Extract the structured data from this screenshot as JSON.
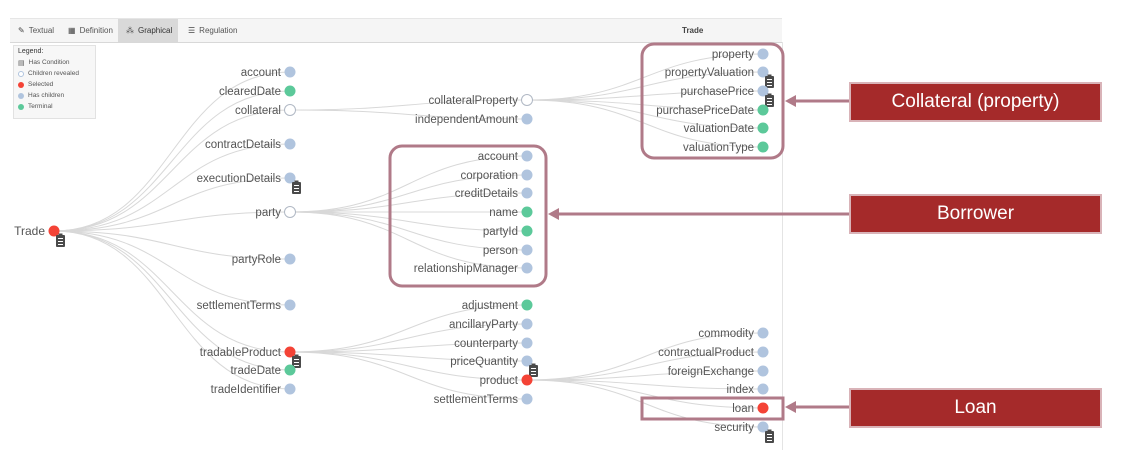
{
  "toolbar": {
    "tabs": [
      {
        "label": "Textual",
        "icon": "pencil-icon",
        "active": false
      },
      {
        "label": "Definition",
        "icon": "grid-icon",
        "active": false
      },
      {
        "label": "Graphical",
        "icon": "graph-icon",
        "active": true
      },
      {
        "label": "Regulation",
        "icon": "list-icon",
        "active": false
      }
    ],
    "title": "Trade"
  },
  "legend": {
    "title": "Legend:",
    "items": [
      {
        "label": "Has Condition",
        "icon": "clipboard-icon"
      },
      {
        "label": "Children revealed",
        "color": "#ffffff"
      },
      {
        "label": "Selected",
        "color": "#f44336"
      },
      {
        "label": "Has children",
        "color": "#b0c4de"
      },
      {
        "label": "Terminal",
        "color": "#5cc99a"
      }
    ]
  },
  "colors": {
    "selected": "#f44336",
    "has_children": "#b0c4de",
    "terminal": "#5cc99a",
    "revealed": "#ffffff",
    "link": "#d8d8d8",
    "highlight_box": "#b07a88",
    "callout_bg": "#a52a2a"
  },
  "tree": {
    "root": "Trade",
    "level1": [
      {
        "label": "account",
        "state": "has-children"
      },
      {
        "label": "clearedDate",
        "state": "terminal"
      },
      {
        "label": "collateral",
        "state": "revealed"
      },
      {
        "label": "contractDetails",
        "state": "has-children"
      },
      {
        "label": "executionDetails",
        "state": "has-children",
        "condition": true
      },
      {
        "label": "party",
        "state": "revealed"
      },
      {
        "label": "partyRole",
        "state": "has-children"
      },
      {
        "label": "settlementTerms",
        "state": "has-children"
      },
      {
        "label": "tradableProduct",
        "state": "selected",
        "condition": true
      },
      {
        "label": "tradeDate",
        "state": "terminal"
      },
      {
        "label": "tradeIdentifier",
        "state": "has-children"
      }
    ],
    "collateral_children": [
      {
        "label": "collateralProperty",
        "state": "revealed"
      },
      {
        "label": "independentAmount",
        "state": "has-children"
      }
    ],
    "collateral_property_children": [
      {
        "label": "property",
        "state": "has-children"
      },
      {
        "label": "propertyValuation",
        "state": "has-children",
        "condition": true
      },
      {
        "label": "purchasePrice",
        "state": "has-children",
        "condition": true
      },
      {
        "label": "purchasePriceDate",
        "state": "terminal"
      },
      {
        "label": "valuationDate",
        "state": "terminal"
      },
      {
        "label": "valuationType",
        "state": "terminal"
      }
    ],
    "party_children": [
      {
        "label": "account",
        "state": "has-children"
      },
      {
        "label": "corporation",
        "state": "has-children"
      },
      {
        "label": "creditDetails",
        "state": "has-children"
      },
      {
        "label": "name",
        "state": "terminal"
      },
      {
        "label": "partyId",
        "state": "terminal"
      },
      {
        "label": "person",
        "state": "has-children"
      },
      {
        "label": "relationshipManager",
        "state": "has-children"
      }
    ],
    "tradable_product_children": [
      {
        "label": "adjustment",
        "state": "terminal"
      },
      {
        "label": "ancillaryParty",
        "state": "has-children"
      },
      {
        "label": "counterparty",
        "state": "has-children"
      },
      {
        "label": "priceQuantity",
        "state": "has-children",
        "condition": true
      },
      {
        "label": "product",
        "state": "selected"
      },
      {
        "label": "settlementTerms",
        "state": "has-children"
      }
    ],
    "product_children": [
      {
        "label": "commodity",
        "state": "has-children"
      },
      {
        "label": "contractualProduct",
        "state": "has-children"
      },
      {
        "label": "foreignExchange",
        "state": "has-children"
      },
      {
        "label": "index",
        "state": "has-children"
      },
      {
        "label": "loan",
        "state": "selected"
      },
      {
        "label": "security",
        "state": "has-children",
        "condition": true
      }
    ]
  },
  "callouts": [
    {
      "label": "Collateral (property)"
    },
    {
      "label": "Borrower"
    },
    {
      "label": "Loan"
    }
  ]
}
